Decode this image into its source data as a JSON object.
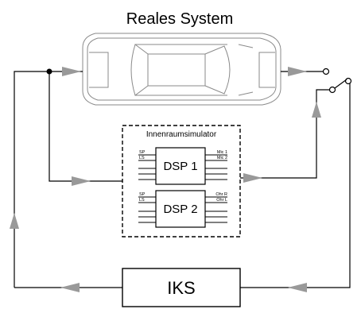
{
  "diagram": {
    "title": "Reales System",
    "simulator": {
      "title": "Innenraumsimulator",
      "dsp1": {
        "label": "DSP 1",
        "pins_left": [
          "SP",
          "LS"
        ],
        "pins_right": [
          "Mic 1",
          "Mic 2"
        ]
      },
      "dsp2": {
        "label": "DSP 2",
        "pins_left": [
          "SP",
          "LS"
        ],
        "pins_right": [
          "Ohr R",
          "Ohr L"
        ]
      }
    },
    "controller": {
      "label": "IKS"
    },
    "colors": {
      "line": "#000000",
      "arrow": "#999999",
      "car_outline": "#888888"
    }
  }
}
